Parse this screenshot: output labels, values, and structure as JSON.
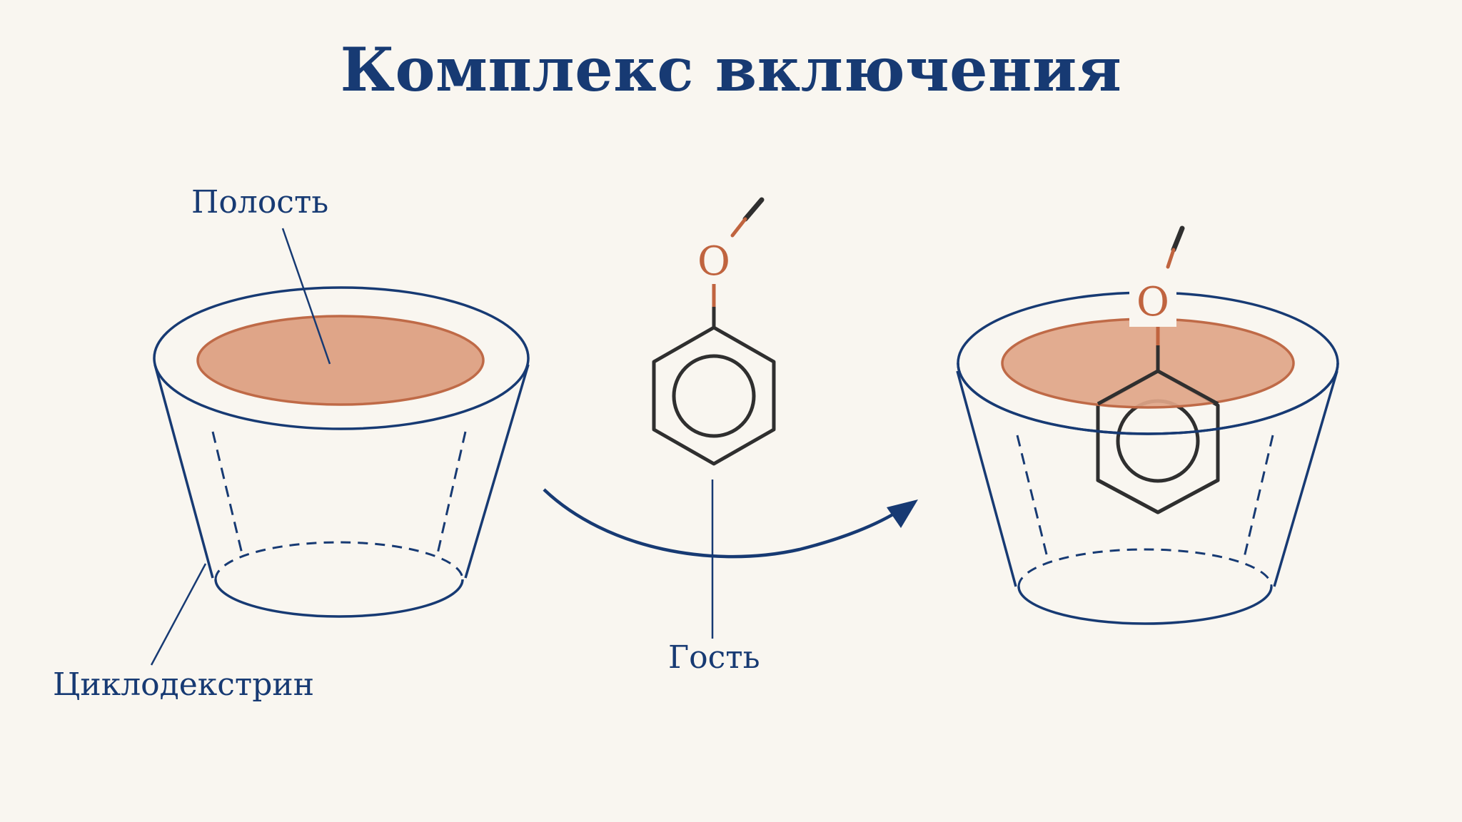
{
  "title": "Комплекс включения",
  "labels": {
    "cavity": "Полость",
    "guest": "Гость",
    "host": "Циклодекстрин",
    "oxygen_free": "O",
    "oxygen_bound": "O"
  },
  "colors": {
    "navy": "#173a73",
    "cavity_fill": "#dfa588",
    "cavity_stroke": "#bf6a47",
    "oxygen": "#c0643f",
    "bond": "#2f2f2f",
    "background": "#f9f6f0"
  }
}
